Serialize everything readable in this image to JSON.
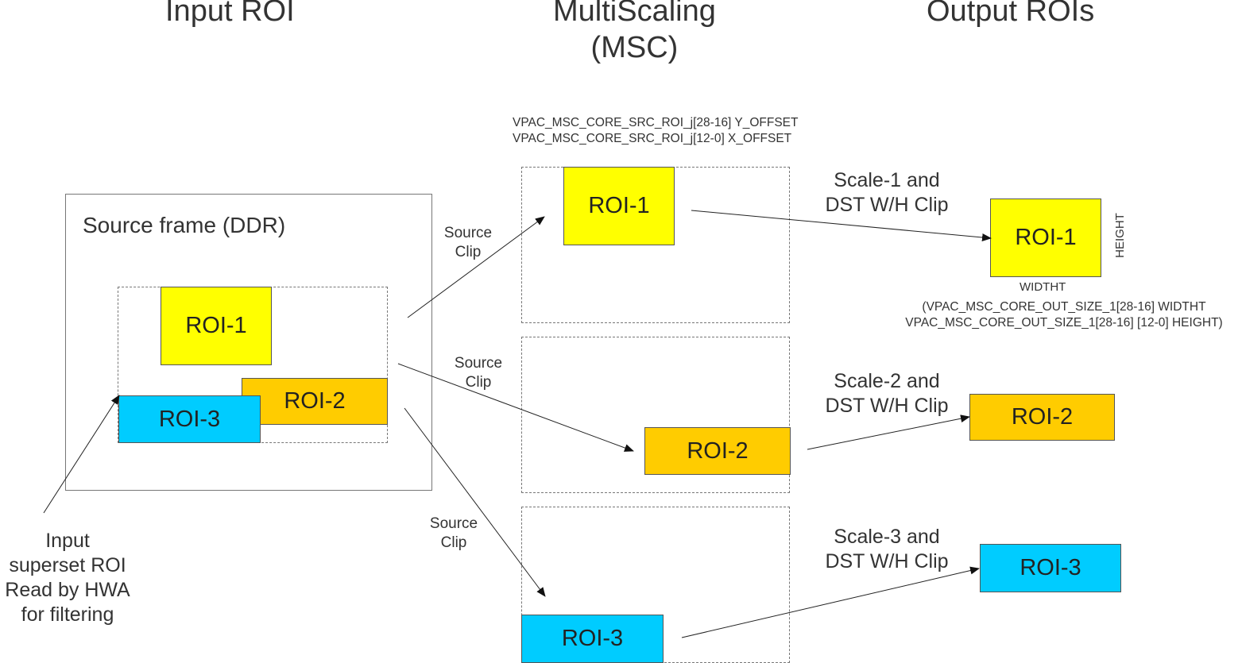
{
  "headings": {
    "input": "Input ROI",
    "msc_line1": "MultiScaling",
    "msc_line2": "(MSC)",
    "output": "Output ROIs"
  },
  "source_frame": {
    "label": "Source frame (DDR)",
    "roi1": "ROI-1",
    "roi2": "ROI-2",
    "roi3": "ROI-3"
  },
  "input_superset_note": [
    "Input",
    "superset ROI",
    "Read by HWA",
    "for filtering"
  ],
  "source_clip": {
    "line1": "Source",
    "line2": "Clip"
  },
  "registers": {
    "y_offset": "VPAC_MSC_CORE_SRC_ROI_j[28-16] Y_OFFSET",
    "x_offset": "VPAC_MSC_CORE_SRC_ROI_j[12-0] X_OFFSET"
  },
  "msc": {
    "roi1": "ROI-1",
    "roi2": "ROI-2",
    "roi3": "ROI-3"
  },
  "scale": {
    "s1_line1": "Scale-1 and",
    "s2_line1": "Scale-2 and",
    "s3_line1": "Scale-3 and",
    "line2": "DST W/H Clip"
  },
  "output": {
    "roi1": "ROI-1",
    "roi2": "ROI-2",
    "roi3": "ROI-3",
    "width_label": "WIDTHT",
    "height_label": "HEIGHT",
    "size_line1": "(VPAC_MSC_CORE_OUT_SIZE_1[28-16]  WIDTHT",
    "size_line2": "VPAC_MSC_CORE_OUT_SIZE_1[28-16] [12-0] HEIGHT)"
  },
  "colors": {
    "yellow": "#ffff00",
    "orange": "#ffcc00",
    "cyan": "#00ccff"
  }
}
